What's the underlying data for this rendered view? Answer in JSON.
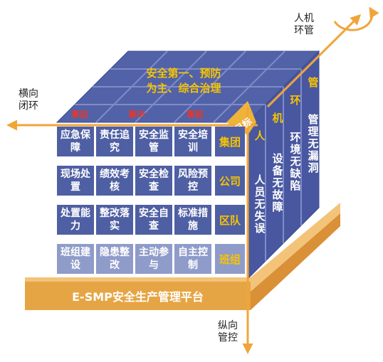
{
  "labels": {
    "horizontal": [
      "横向",
      "闭环"
    ],
    "human_machine": [
      "人机",
      "环管"
    ],
    "vertical": [
      "纵向",
      "管控"
    ],
    "platform": "E-SMP安全生产管理平台",
    "target": "目标"
  },
  "top": {
    "lines": [
      "安全第一、预防",
      "为主、综合治理"
    ],
    "phases": [
      "事后",
      "事中",
      "事前"
    ]
  },
  "front_rows": [
    {
      "cells": [
        "应急保障",
        "责任追究",
        "安全监管",
        "安全培训"
      ],
      "level": "集团"
    },
    {
      "cells": [
        "现场处置",
        "绩效考核",
        "安全检查",
        "风险预控"
      ],
      "level": "公司"
    },
    {
      "cells": [
        "处置能力",
        "整改落实",
        "安全自查",
        "标准措施"
      ],
      "level": "区队"
    },
    {
      "cells": [
        "班组建设",
        "隐患整改",
        "主动参与",
        "自主控制"
      ],
      "level": "班组"
    }
  ],
  "side": {
    "headers": [
      "人",
      "机",
      "环",
      "管"
    ],
    "columns": [
      "人员无失误",
      "设备无故障",
      "环境无缺陷",
      "管理无漏洞"
    ]
  },
  "colors": {
    "tile": "#4f5fa3",
    "tile_light": "#8f9bc9",
    "level_text": "#f7c400",
    "arrow": "#f0a53a",
    "platform": "#e6a545",
    "phase_text": "#e8362a"
  }
}
